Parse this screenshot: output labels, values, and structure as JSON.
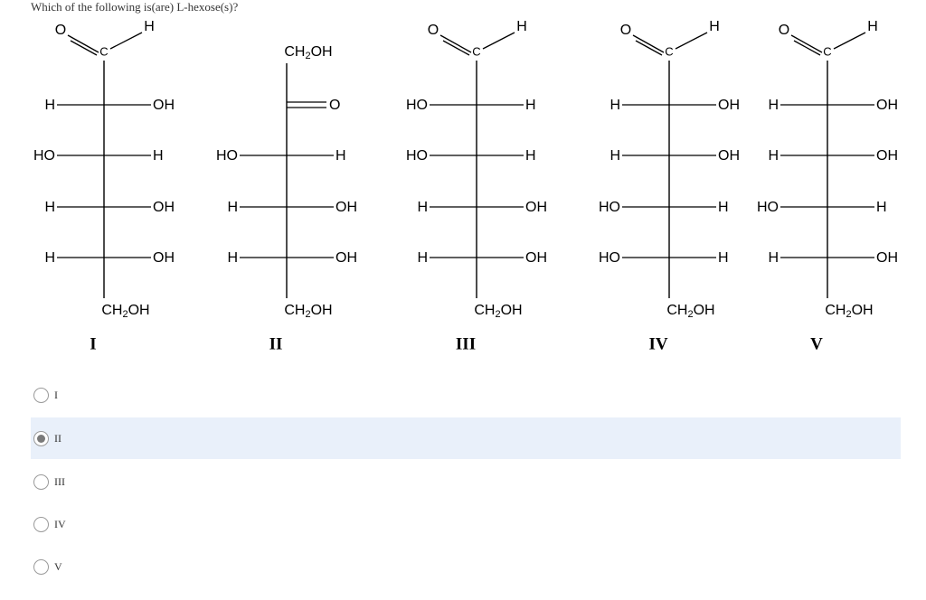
{
  "question": {
    "text": "Which of the following is(are) L-hexose(s)?"
  },
  "structures": [
    {
      "label": "I",
      "top": "aldehyde",
      "rows": [
        {
          "left": "H",
          "right": "OH"
        },
        {
          "left": "HO",
          "right": "H"
        },
        {
          "left": "H",
          "right": "OH"
        },
        {
          "left": "H",
          "right": "OH"
        }
      ],
      "bottom": "CH2OH"
    },
    {
      "label": "II",
      "top": "CH2OH",
      "rows": [
        {
          "left": "",
          "right": "=O",
          "ketone": true
        },
        {
          "left": "HO",
          "right": "H"
        },
        {
          "left": "H",
          "right": "OH"
        },
        {
          "left": "H",
          "right": "OH"
        }
      ],
      "bottom": "CH2OH"
    },
    {
      "label": "III",
      "top": "aldehyde",
      "rows": [
        {
          "left": "HO",
          "right": "H"
        },
        {
          "left": "HO",
          "right": "H"
        },
        {
          "left": "H",
          "right": "OH"
        },
        {
          "left": "H",
          "right": "OH"
        }
      ],
      "bottom": "CH2OH"
    },
    {
      "label": "IV",
      "top": "aldehyde",
      "rows": [
        {
          "left": "H",
          "right": "OH"
        },
        {
          "left": "H",
          "right": "OH"
        },
        {
          "left": "HO",
          "right": "H"
        },
        {
          "left": "HO",
          "right": "H"
        }
      ],
      "bottom": "CH2OH"
    },
    {
      "label": "V",
      "top": "aldehyde",
      "rows": [
        {
          "left": "H",
          "right": "OH"
        },
        {
          "left": "H",
          "right": "OH"
        },
        {
          "left": "HO",
          "right": "H"
        },
        {
          "left": "H",
          "right": "OH"
        }
      ],
      "bottom": "CH2OH"
    }
  ],
  "atoms": {
    "oxygen": "O",
    "carbon": "C",
    "hydrogen": "H",
    "ch2": "CH",
    "sub2": "2",
    "oh": "OH"
  },
  "options": [
    {
      "label": "I",
      "selected": false
    },
    {
      "label": "II",
      "selected": true
    },
    {
      "label": "III",
      "selected": false
    },
    {
      "label": "IV",
      "selected": false
    },
    {
      "label": "V",
      "selected": false
    }
  ],
  "colors": {
    "selected_bg": "#e9f0fa",
    "radio_border": "#9a9a9a",
    "radio_dot": "#7a7a7a"
  }
}
